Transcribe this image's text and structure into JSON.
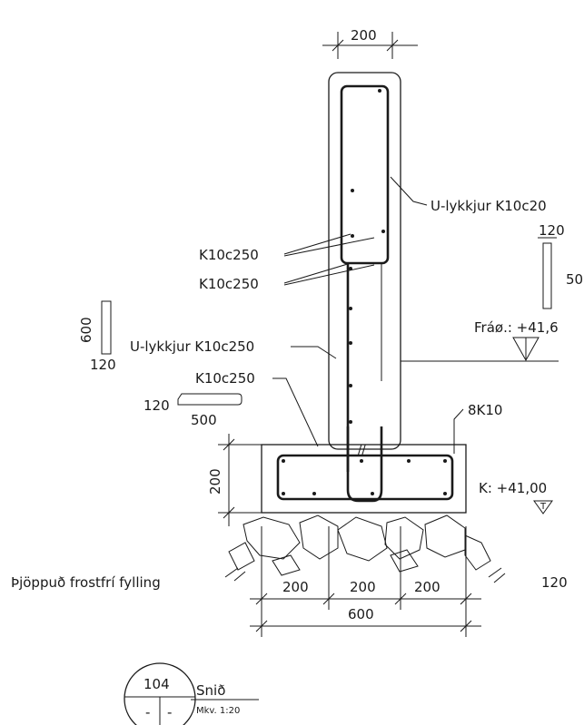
{
  "dimensions": {
    "wall_width": "200",
    "footing_height": "200",
    "footing_part_left": "200",
    "footing_part_mid": "200",
    "footing_part_right": "200",
    "footing_width": "600"
  },
  "labels": {
    "u_bar_right": "U-lykkjur K10c20",
    "k10_a": "K10c250",
    "k10_b": "K10c250",
    "u_bar_left": "U-lykkjur K10c250",
    "k10_c": "K10c250",
    "ground_level": "Fráø.: +41,6",
    "bottom_bars": "8K10",
    "foundation_level": "K: +41,00",
    "fill": "Þjöppuð frostfrí fylling"
  },
  "bending_schedule": {
    "right_top": "120",
    "right_leg": "50",
    "left_leg": "600",
    "left_foot": "120",
    "l_short": "120",
    "l_long": "500",
    "bottom_right": "120"
  },
  "section_marker": {
    "number": "104",
    "cell_left": "-",
    "cell_right": "-",
    "title": "Snið",
    "scale": "Mkv. 1:20"
  },
  "level_marker": {
    "foundation_symbol": "T"
  },
  "hatch_mark": "//"
}
